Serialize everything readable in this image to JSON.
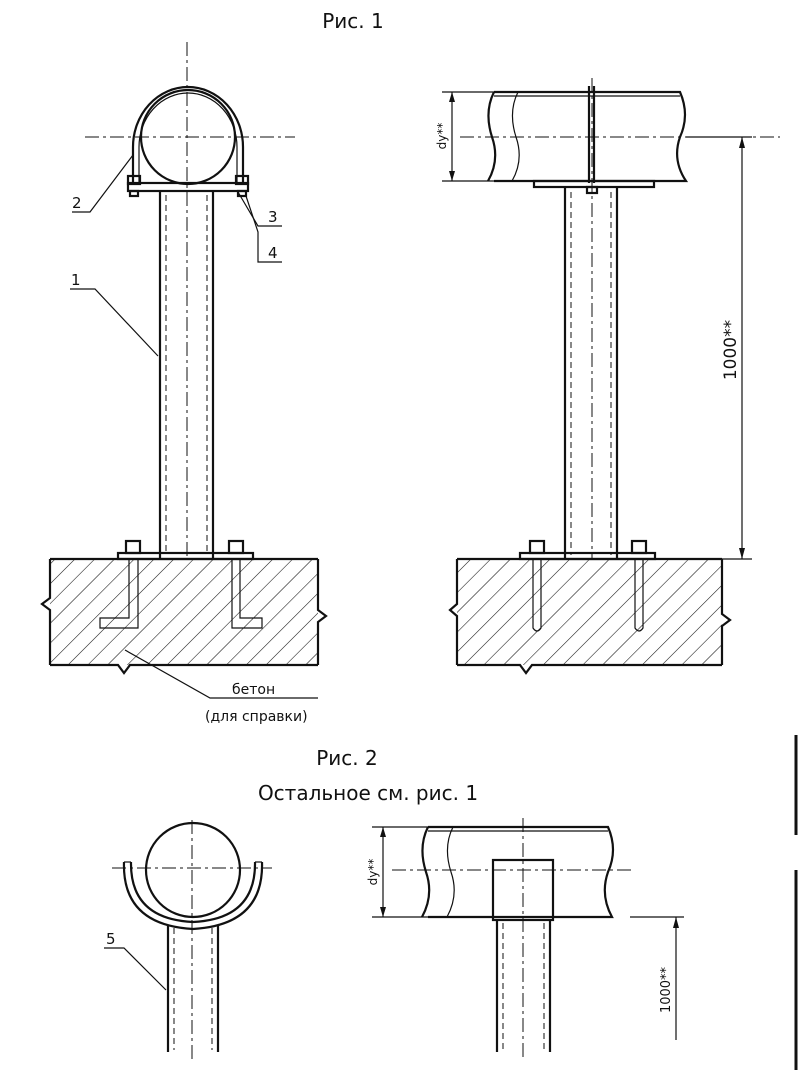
{
  "figure1": {
    "title": "Рис. 1",
    "callouts": [
      "1",
      "2",
      "3",
      "4"
    ],
    "concrete_label": "бетон",
    "concrete_note": "(для справки)",
    "dim_diameter": "dу**",
    "dim_height": "1000**"
  },
  "figure2": {
    "title": "Рис. 2",
    "subtitle": "Остальное см. рис. 1",
    "callouts": [
      "5"
    ],
    "dim_diameter": "dу**",
    "dim_height": "1000**"
  }
}
